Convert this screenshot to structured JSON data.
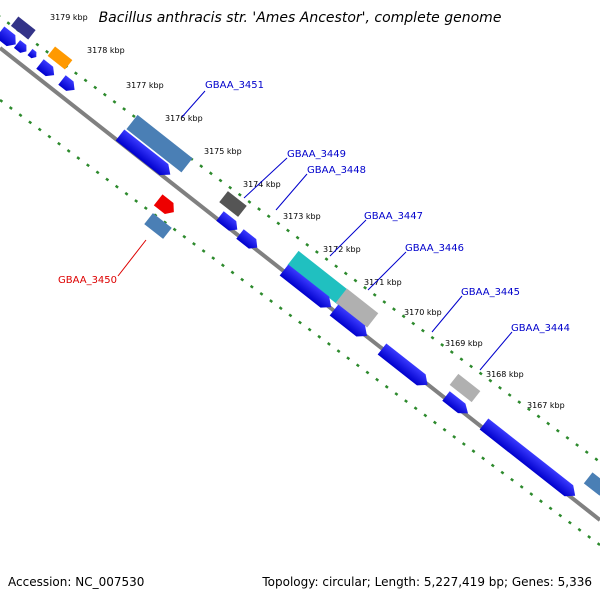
{
  "title": "Bacillus anthracis str. 'Ames Ancestor', complete genome",
  "footer": {
    "accession": "Accession: NC_007530",
    "summary": "Topology: circular; Length: 5,227,419 bp; Genes: 5,336"
  },
  "colors": {
    "backbone": "#808080",
    "ruler": "#2d8a2d",
    "gene_blue": "#0000ee",
    "gene_steel": "#4a7fb5",
    "gene_cyan": "#20c0c0",
    "gene_gray": "#b0b0b0",
    "gene_dark": "#555555",
    "gene_navy": "#333388",
    "gene_orange": "#ff9900",
    "gene_red": "#ee0000",
    "label_blue": "#0000cc",
    "label_red": "#dd0000"
  },
  "ticks": [
    "3179 kbp",
    "3178 kbp",
    "3177 kbp",
    "3176 kbp",
    "3175 kbp",
    "3174 kbp",
    "3173 kbp",
    "3172 kbp",
    "3171 kbp",
    "3170 kbp",
    "3169 kbp",
    "3168 kbp",
    "3167 kbp"
  ],
  "gene_labels": [
    "GBAA_3451",
    "GBAA_3449",
    "GBAA_3448",
    "GBAA_3447",
    "GBAA_3446",
    "GBAA_3445",
    "GBAA_3444",
    "GBAA_3450"
  ]
}
